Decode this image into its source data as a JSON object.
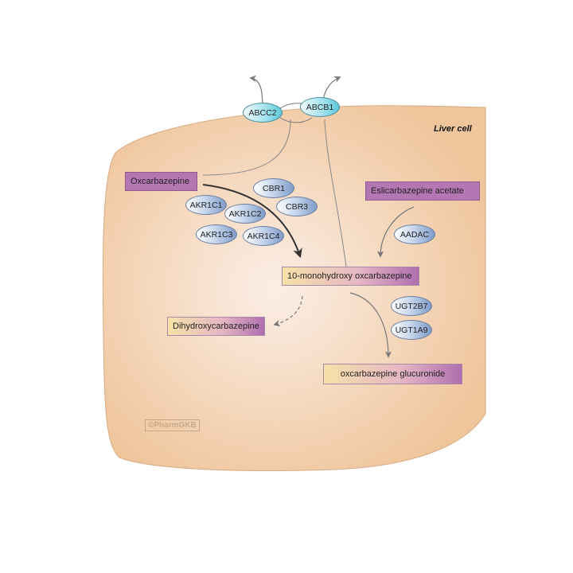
{
  "cell_label": "Liver cell",
  "watermark": "©PharmGKB",
  "transporters": {
    "abcc2": "ABCC2",
    "abcb1": "ABCB1"
  },
  "compounds": {
    "oxcarbazepine": "Oxcarbazepine",
    "eslicarbazepine": "Eslicarbazepine acetate",
    "mhd": "10-monohydroxy oxcarbazepine",
    "dihydroxy": "Dihydroxycarbazepine",
    "glucuronide": "oxcarbazepine glucuronide"
  },
  "enzymes": {
    "cbr1": "CBR1",
    "cbr3": "CBR3",
    "akr1c1": "AKR1C1",
    "akr1c2": "AKR1C2",
    "akr1c3": "AKR1C3",
    "akr1c4": "AKR1C4",
    "aadac": "AADAC",
    "ugt2b7": "UGT2B7",
    "ugt1a9": "UGT1A9"
  },
  "colors": {
    "cell_fill_center": "#fbeee6",
    "cell_fill_edge": "#f0c9a2",
    "cell_stroke": "#d9aa80",
    "arrow_grey": "#777777",
    "arrow_dark": "#333333",
    "compound_purple": "#b477b4"
  }
}
